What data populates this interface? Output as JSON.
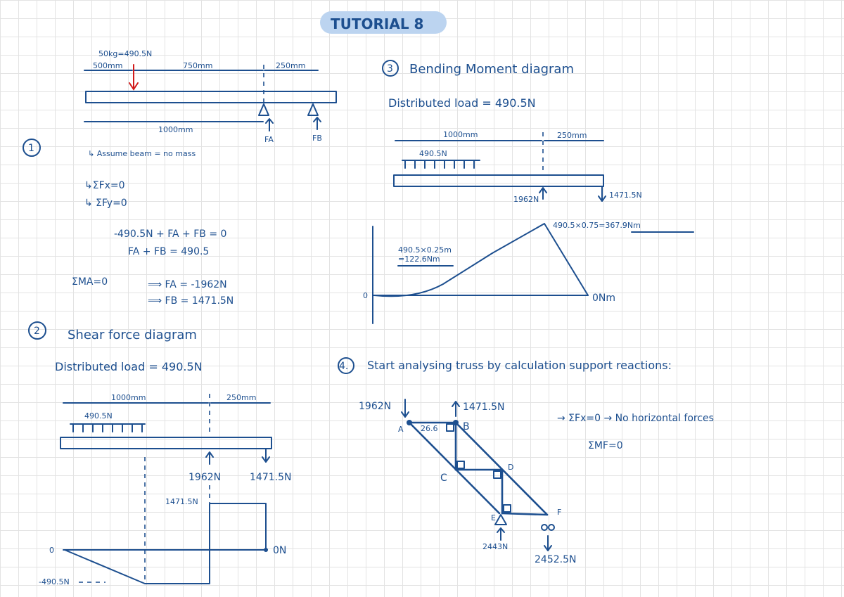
{
  "header": {
    "title": "TUTORIAL 8"
  },
  "section1": {
    "number": "1",
    "load_label": "50kg=490.5N",
    "dim_500": "500mm",
    "dim_750": "750mm",
    "dim_250": "250mm",
    "dim_1000": "1000mm",
    "label_fa": "FA",
    "label_fb": "FB",
    "assume": "↳ Assume beam = no mass",
    "eq_sfx": "↳ΣFx=0",
    "eq_sfy": "↳ ΣFy=0",
    "eq_sum": "-490.5N + FA + FB = 0",
    "eq_fafb": "FA + FB = 490.5",
    "eq_ma": "ΣMA=0",
    "res_fa": "⟹ FA = -1962N",
    "res_fb": "⟹ FB = 1471.5N"
  },
  "section2": {
    "number": "2",
    "title": "Shear force diagram",
    "dist_load": "Distributed load = 490.5N",
    "dim_1000": "1000mm",
    "dim_250": "250mm",
    "load": "490.5N",
    "r1": "1962N",
    "r2": "1471.5N",
    "v_pos": "1471.5N",
    "zero_left": "0",
    "zero_right": "0N",
    "v_neg": "-490.5N"
  },
  "section3": {
    "number": "3",
    "title": "Bending Moment diagram",
    "dist_load": "Distributed load = 490.5N",
    "dim_1000": "1000mm",
    "dim_250": "250mm",
    "load": "490.5N",
    "r1": "1962N",
    "r2": "1471.5N",
    "peak": "490.5×0.75=367.9Nm",
    "mid_line1": "490.5×0.25m",
    "mid_line2": "=122.6Nm",
    "zero_left": "0",
    "zero_right": "0Nm"
  },
  "section4": {
    "number": "4.",
    "title": "Start analysing truss by calculation support reactions:",
    "load_a": "1962N",
    "load_b": "1471.5N",
    "node_a": "A",
    "node_b": "B",
    "node_c": "C",
    "node_d": "D",
    "node_e": "E",
    "node_f": "F",
    "angle": "26.6",
    "react_e": "2443N",
    "react_f": "2452.5N",
    "eq1": "→ ΣFx=0 → No horizontal forces",
    "eq2": "ΣMF=0"
  }
}
